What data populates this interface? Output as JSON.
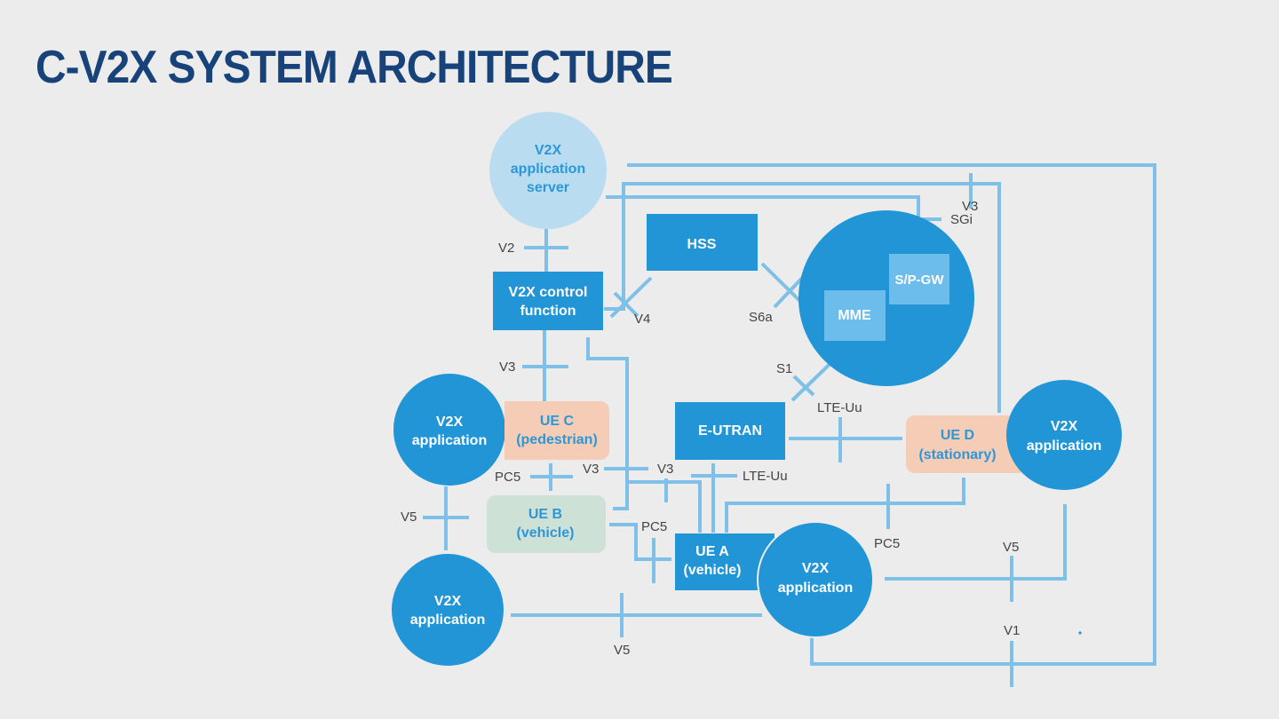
{
  "slide": {
    "title": "C-V2X SYSTEM ARCHITECTURE"
  },
  "colors": {
    "title": "#17427a",
    "primary_blue": "#2195d6",
    "light_blue": "#b9dcf0",
    "sub_box": "#6cbcec",
    "connector": "#7ec0e8",
    "ue_orange": "#f5cdb6",
    "ue_green": "#cde1d6",
    "background": "#ececec"
  },
  "nodes": {
    "app_server": {
      "line1": "V2X",
      "line2": "application",
      "line3": "server"
    },
    "control_function": {
      "line1": "V2X control",
      "line2": "function"
    },
    "hss": {
      "label": "HSS"
    },
    "epc": {
      "mme": "MME",
      "spgw": "S/P-GW"
    },
    "eutran": {
      "label": "E-UTRAN"
    },
    "ue_a": {
      "line1": "UE A",
      "line2": "(vehicle)"
    },
    "ue_b": {
      "line1": "UE B",
      "line2": "(vehicle)"
    },
    "ue_c": {
      "line1": "UE C",
      "line2": "(pedestrian)"
    },
    "ue_d": {
      "line1": "UE D",
      "line2": "(stationary)"
    },
    "app_c": {
      "line1": "V2X",
      "line2": "application"
    },
    "app_b": {
      "line1": "V2X",
      "line2": "application"
    },
    "app_a": {
      "line1": "V2X",
      "line2": "application"
    },
    "app_d": {
      "line1": "V2X",
      "line2": "application"
    }
  },
  "interfaces": {
    "v2": "V2",
    "v4": "V4",
    "s6a": "S6a",
    "s1": "S1",
    "sgi": "SGi",
    "v3_top": "V3",
    "v3_cf": "V3",
    "v3_mid_left": "V3",
    "v3_mid_right": "V3",
    "lte_uu_upper": "LTE-Uu",
    "lte_uu_lower": "LTE-Uu",
    "pc5_cb": "PC5",
    "pc5_ba": "PC5",
    "pc5_ad": "PC5",
    "v5_left": "V5",
    "v5_bottom": "V5",
    "v5_right": "V5",
    "v1": "V1"
  }
}
